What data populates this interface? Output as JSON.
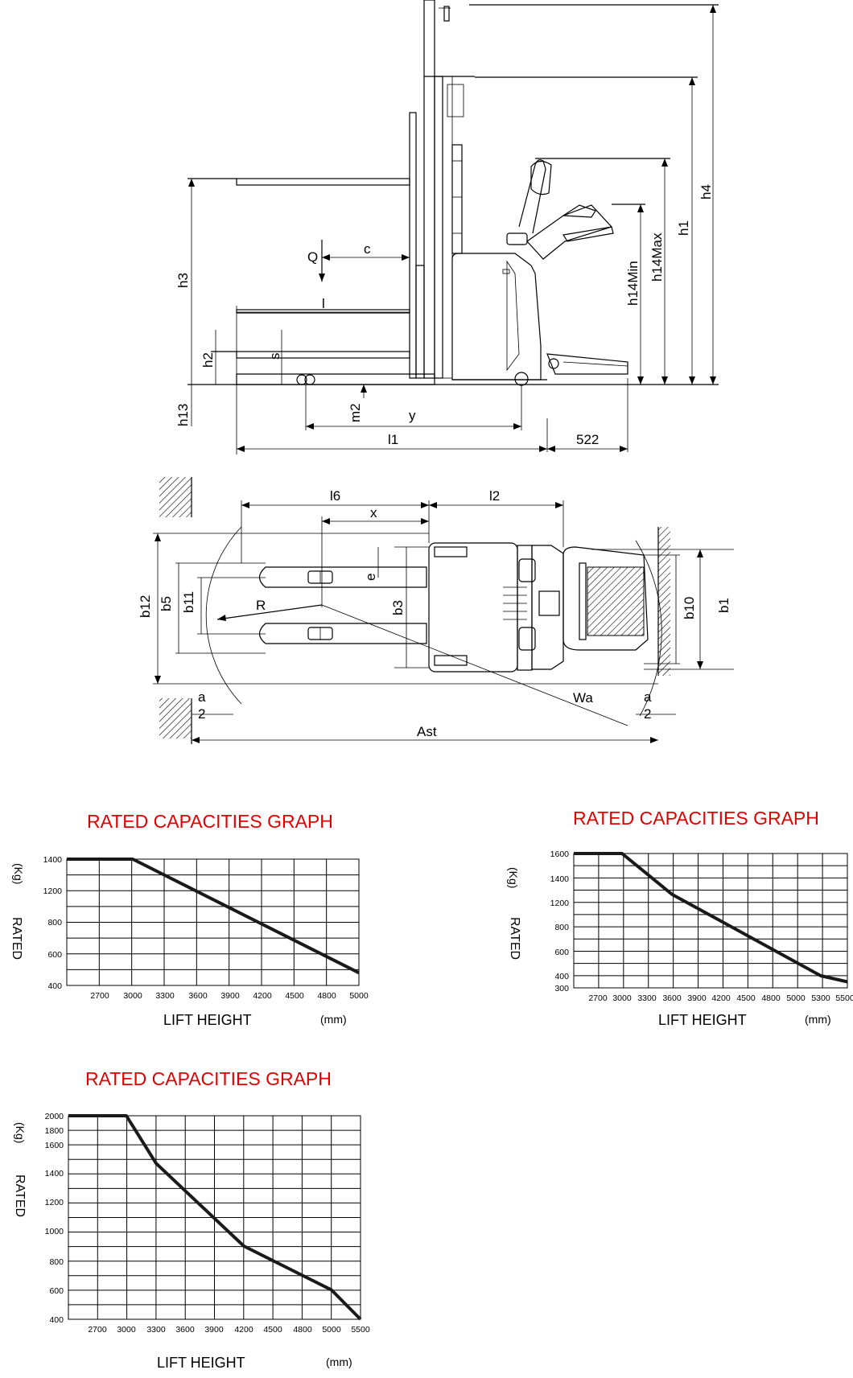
{
  "side_view": {
    "labels": [
      "h4",
      "h1",
      "h14Max",
      "h14Min",
      "h3",
      "Q",
      "c",
      "l",
      "h2",
      "s",
      "h13",
      "m2",
      "y",
      "l1",
      "522"
    ]
  },
  "top_view": {
    "labels": [
      "l6",
      "x",
      "l2",
      "b12",
      "b5",
      "b11",
      "R",
      "e",
      "b3",
      "b10",
      "b1",
      "a",
      "2",
      "Wa",
      "a",
      "2",
      "Ast"
    ]
  },
  "charts": [
    {
      "title": "RATED CAPACITIES GRAPH",
      "ylabel": "RATED",
      "yunit": "(Kg)",
      "xlabel": "LIFT HEIGHT",
      "xunit": "(mm)",
      "yticks": [
        "1400",
        "1200",
        "800",
        "600",
        "400"
      ],
      "xticks": [
        "2700",
        "3000",
        "3300",
        "3600",
        "3900",
        "4200",
        "4500",
        "4800",
        "5000"
      ]
    },
    {
      "title": "RATED CAPACITIES GRAPH",
      "ylabel": "RATED",
      "yunit": "(Kg)",
      "xlabel": "LIFT HEIGHT",
      "xunit": "(mm)",
      "yticks": [
        "1600",
        "1400",
        "1200",
        "800",
        "600",
        "400",
        "300"
      ],
      "xticks": [
        "2700",
        "3000",
        "3300",
        "3600",
        "3900",
        "4200",
        "4500",
        "4800",
        "5000",
        "5300",
        "5500"
      ]
    },
    {
      "title": "RATED CAPACITIES GRAPH",
      "ylabel": "RATED",
      "yunit": "(Kg)",
      "xlabel": "LIFT HEIGHT",
      "xunit": "(mm)",
      "yticks": [
        "2000",
        "1800",
        "1600",
        "1400",
        "1200",
        "1000",
        "800",
        "600",
        "400"
      ],
      "xticks": [
        "2700",
        "3000",
        "3300",
        "3600",
        "3900",
        "4200",
        "4500",
        "4800",
        "5000",
        "5500"
      ]
    }
  ],
  "chart_data": [
    {
      "type": "line",
      "title": "RATED CAPACITIES GRAPH",
      "xlabel": "LIFT HEIGHT (mm)",
      "ylabel": "RATED (Kg)",
      "series": [
        {
          "x": [
            2500,
            3000,
            5000
          ],
          "y": [
            1400,
            1400,
            500
          ]
        }
      ]
    },
    {
      "type": "line",
      "title": "RATED CAPACITIES GRAPH",
      "xlabel": "LIFT HEIGHT (mm)",
      "ylabel": "RATED (Kg)",
      "series": [
        {
          "x": [
            2500,
            3000,
            3600,
            5300,
            5500
          ],
          "y": [
            1600,
            1600,
            1200,
            400,
            350
          ]
        }
      ]
    },
    {
      "type": "line",
      "title": "RATED CAPACITIES GRAPH",
      "xlabel": "LIFT HEIGHT (mm)",
      "ylabel": "RATED (Kg)",
      "series": [
        {
          "x": [
            2500,
            3000,
            3300,
            4200,
            5000,
            5500
          ],
          "y": [
            2000,
            2000,
            1500,
            900,
            600,
            400
          ]
        }
      ]
    }
  ]
}
